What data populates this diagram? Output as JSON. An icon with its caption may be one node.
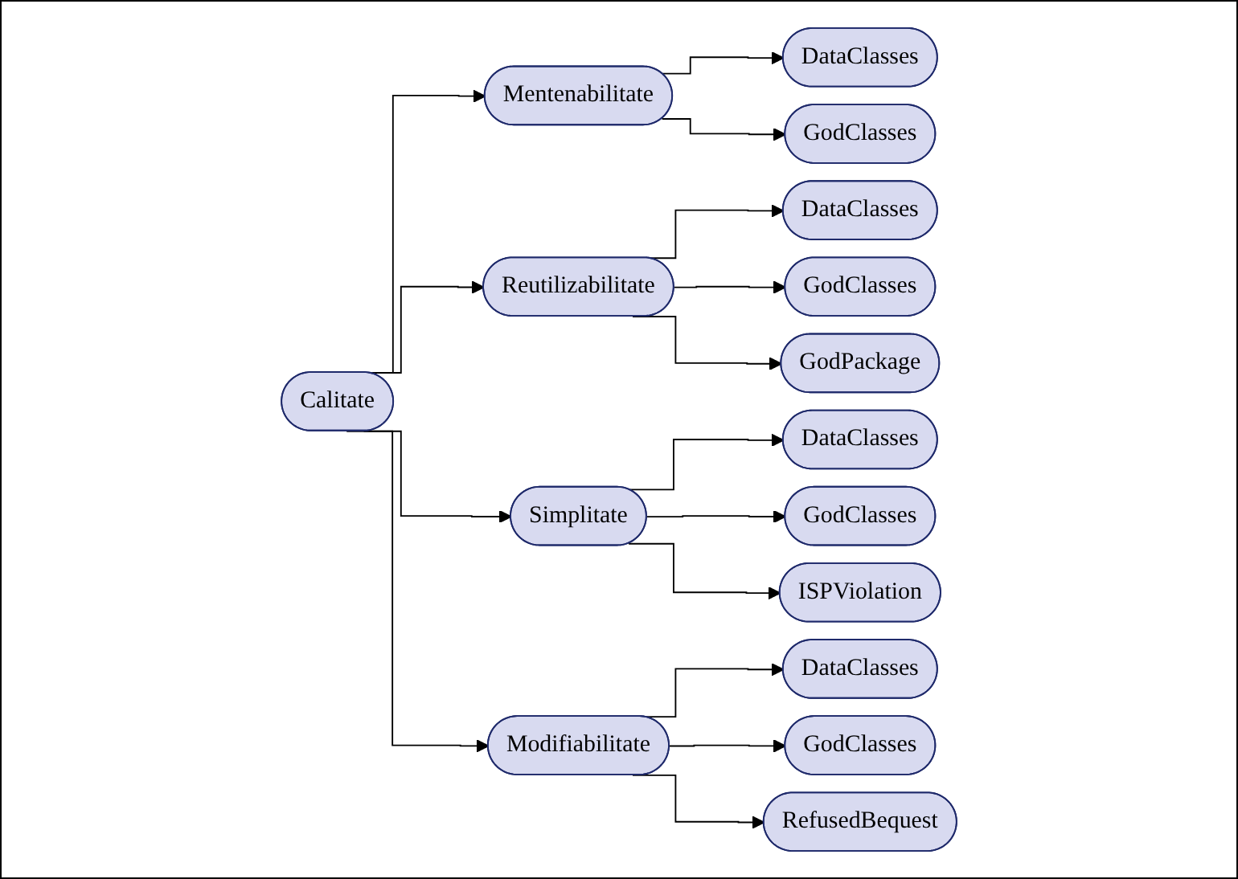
{
  "diagram": {
    "nodes": [
      {
        "text": [
          "Calitate"
        ]
      },
      {
        "text": [
          "Mentenabilitate"
        ]
      },
      {
        "text": [
          "DataClasses"
        ]
      },
      {
        "text": [
          "GodClasses"
        ]
      },
      {
        "text": [
          "Reutilizabilitate"
        ]
      },
      {
        "text": [
          "DataClasses"
        ]
      },
      {
        "text": [
          "GodClasses"
        ]
      },
      {
        "text": [
          "GodPackage"
        ]
      },
      {
        "text": [
          "Simplitate"
        ]
      },
      {
        "text": [
          "DataClasses"
        ]
      },
      {
        "text": [
          "GodClasses"
        ]
      },
      {
        "text": [
          "ISPViolation"
        ]
      },
      {
        "text": [
          "Modifiabilitate"
        ]
      },
      {
        "text": [
          "DataClasses"
        ]
      },
      {
        "text": [
          "GodClasses"
        ]
      },
      {
        "text": [
          "RefusedBequest"
        ]
      }
    ],
    "edges": [
      {
        "from": 0,
        "to": 1,
        "arrow": "to"
      },
      {
        "from": 0,
        "to": 4,
        "arrow": "to"
      },
      {
        "from": 0,
        "to": 8,
        "arrow": "to"
      },
      {
        "from": 0,
        "to": 12,
        "arrow": "to"
      },
      {
        "from": 1,
        "to": 2,
        "arrow": "to"
      },
      {
        "from": 1,
        "to": 3,
        "arrow": "to"
      },
      {
        "from": 4,
        "to": 5,
        "arrow": "to"
      },
      {
        "from": 4,
        "to": 6,
        "arrow": "to"
      },
      {
        "from": 4,
        "to": 7,
        "arrow": "to"
      },
      {
        "from": 8,
        "to": 9,
        "arrow": "to"
      },
      {
        "from": 8,
        "to": 10,
        "arrow": "to"
      },
      {
        "from": 8,
        "to": 11,
        "arrow": "to"
      },
      {
        "from": 12,
        "to": 13,
        "arrow": "to"
      },
      {
        "from": 12,
        "to": 14,
        "arrow": "to"
      },
      {
        "from": 12,
        "to": 15,
        "arrow": "to"
      }
    ]
  }
}
